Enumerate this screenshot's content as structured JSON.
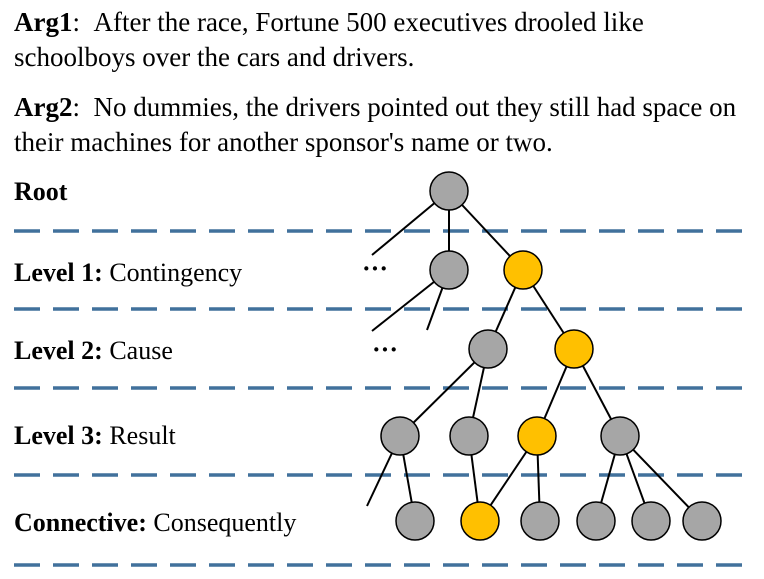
{
  "args": {
    "arg1": {
      "label": "Arg1",
      "colon": ":",
      "text": "After the race, Fortune 500 executives drooled like schoolboys over the cars and drivers."
    },
    "arg2": {
      "label": "Arg2",
      "colon": ":",
      "text": "No dummies, the drivers pointed out they still had space on their machines for another sponsor's name or two."
    }
  },
  "levels": {
    "root": {
      "label": "Root"
    },
    "level1": {
      "label": "Level 1:",
      "value": "Contingency"
    },
    "level2": {
      "label": "Level 2:",
      "value": "Cause"
    },
    "level3": {
      "label": "Level 3:",
      "value": "Result"
    },
    "connective": {
      "label": "Connective:",
      "value": "Consequently"
    }
  },
  "ellipsis": "···",
  "colors": {
    "node_gray": "#a6a6a6",
    "node_highlight": "#ffc000",
    "divider": "#41719c",
    "edge": "#000000"
  }
}
